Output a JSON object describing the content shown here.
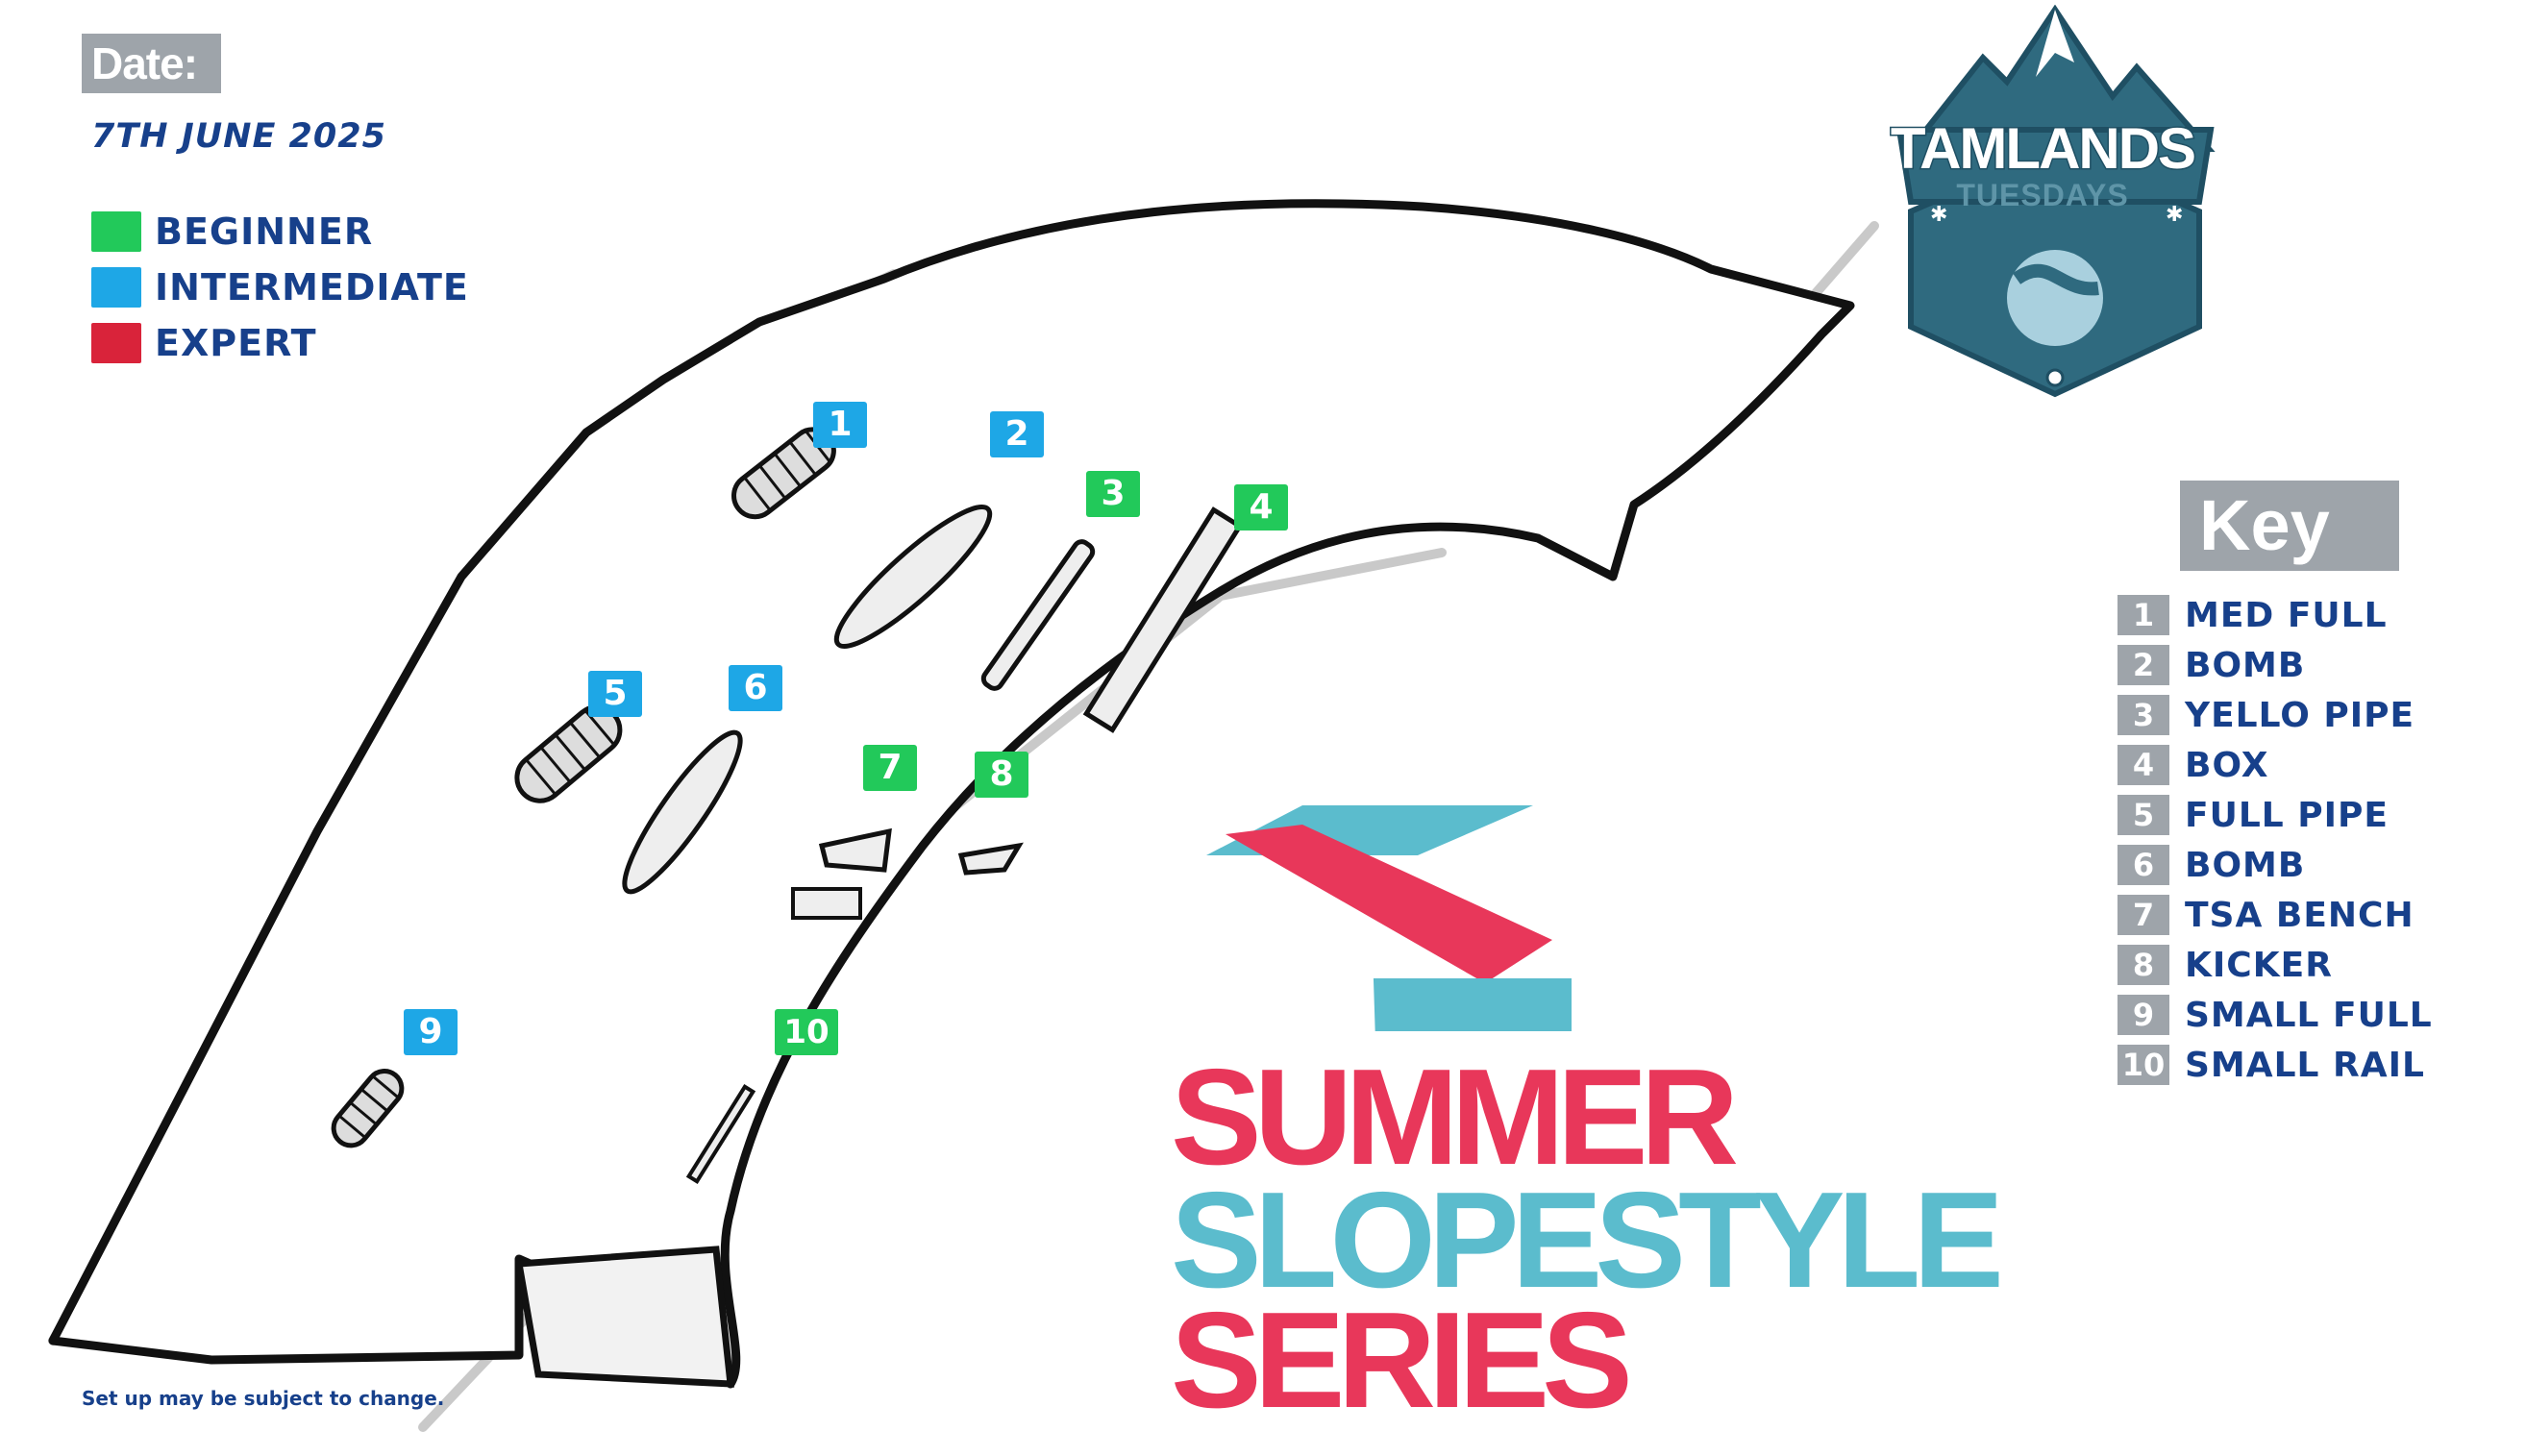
{
  "date": {
    "label": "Date:",
    "value": "7TH JUNE 2025"
  },
  "difficulty": [
    {
      "label": "BEGINNER",
      "color": "#22c95a"
    },
    {
      "label": "INTERMEDIATE",
      "color": "#1ea7e6"
    },
    {
      "label": "EXPERT",
      "color": "#d9233a"
    }
  ],
  "logo": {
    "title": "TAMLANDS",
    "subtitle": "TUESDAYS"
  },
  "key": {
    "title": "Key",
    "items": [
      {
        "num": "1",
        "label": "MED FULL"
      },
      {
        "num": "2",
        "label": "BOMB"
      },
      {
        "num": "3",
        "label": "YELLO PIPE"
      },
      {
        "num": "4",
        "label": "BOX"
      },
      {
        "num": "5",
        "label": "FULL PIPE"
      },
      {
        "num": "6",
        "label": "BOMB"
      },
      {
        "num": "7",
        "label": "TSA BENCH"
      },
      {
        "num": "8",
        "label": "KICKER"
      },
      {
        "num": "9",
        "label": "SMALL FULL"
      },
      {
        "num": "10",
        "label": "SMALL RAIL"
      }
    ]
  },
  "markers": [
    {
      "num": "1",
      "level": "intermediate"
    },
    {
      "num": "2",
      "level": "intermediate"
    },
    {
      "num": "3",
      "level": "beginner"
    },
    {
      "num": "4",
      "level": "beginner"
    },
    {
      "num": "5",
      "level": "intermediate"
    },
    {
      "num": "6",
      "level": "intermediate"
    },
    {
      "num": "7",
      "level": "beginner"
    },
    {
      "num": "8",
      "level": "beginner"
    },
    {
      "num": "9",
      "level": "intermediate"
    },
    {
      "num": "10",
      "level": "beginner"
    }
  ],
  "series": {
    "line1": "SUMMER",
    "line2": "SLOPESTYLE",
    "line3": "SERIES",
    "pink": "#e8375a",
    "teal": "#5bbccd"
  },
  "note": "Set up may be subject to change."
}
